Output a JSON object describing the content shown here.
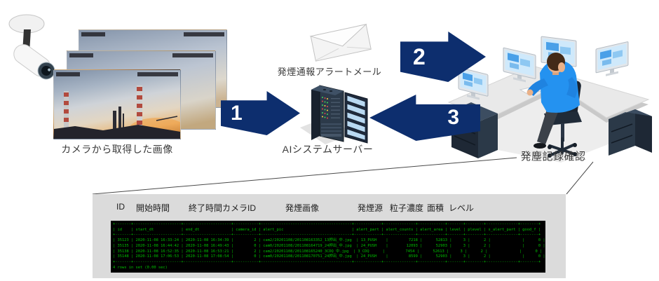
{
  "diagram": {
    "camera_caption": "カメラから取得した画像",
    "email_caption": "発煙通報アラートメール",
    "server_caption": "AIシステムサーバー",
    "desk_caption": "発塵記録確認",
    "arrow1": "1",
    "arrow2": "2",
    "arrow3": "3",
    "arrow_color": "#0d2e6e"
  },
  "panel": {
    "column_headers": [
      "ID",
      "開始時間",
      "終了時間",
      "カメラID",
      "発煙画像",
      "発煙源",
      "粒子濃度",
      "面積",
      "レベル"
    ],
    "terminal": {
      "bg_color": "#000000",
      "text_color": "#00c000",
      "columns": [
        {
          "name": "id",
          "width": 5,
          "align": "right"
        },
        {
          "name": "start_dt",
          "width": 19,
          "align": "left"
        },
        {
          "name": "end_dt",
          "width": 19,
          "align": "left"
        },
        {
          "name": "camera_id",
          "width": 9,
          "align": "right"
        },
        {
          "name": "alert_pic",
          "width": 38,
          "align": "left"
        },
        {
          "name": "alert_part",
          "width": 10,
          "align": "left"
        },
        {
          "name": "alert_counts",
          "width": 12,
          "align": "right"
        },
        {
          "name": "alert_area",
          "width": 10,
          "align": "right"
        },
        {
          "name": "level",
          "width": 5,
          "align": "right"
        },
        {
          "name": "plevel",
          "width": 6,
          "align": "right"
        },
        {
          "name": "s_alert_part",
          "width": 12,
          "align": "left"
        },
        {
          "name": "good_f",
          "width": 6,
          "align": "right"
        }
      ],
      "rows": [
        [
          "35123",
          "2020-11-08 16:33:24",
          "2020-11-08 16:34:39",
          "2",
          "cam2/20201108/201108163352_13押出_中.jpg",
          "13_PUSH",
          "7218",
          "52813",
          "3",
          "2",
          "",
          "0"
        ],
        [
          "35135",
          "2020-11-08 16:44:42",
          "2020-11-08 16:49:43",
          "0",
          "cam0/20201108/201108164719_24押出_中.jpg",
          "24_PUSH",
          "12093",
          "52903",
          "3",
          "2",
          "",
          "0"
        ],
        [
          "35138",
          "2020-11-08 16:52:35",
          "2020-11-08 16:53:21",
          "2",
          "cam2/20201108/201108165240_3CDQ_中.jpg",
          "3_CDQ",
          "7454",
          "52613",
          "3",
          "2",
          "",
          "0"
        ],
        [
          "35148",
          "2020-11-08 17:06:53",
          "2020-11-08 17:08:54",
          "0",
          "cam0/20201108/201108170751_24押出_中.jpg",
          "24_PUSH",
          "8599",
          "52903",
          "3",
          "2",
          "",
          "0"
        ]
      ],
      "footer": "4 rows in set (0.00 sec)"
    }
  }
}
